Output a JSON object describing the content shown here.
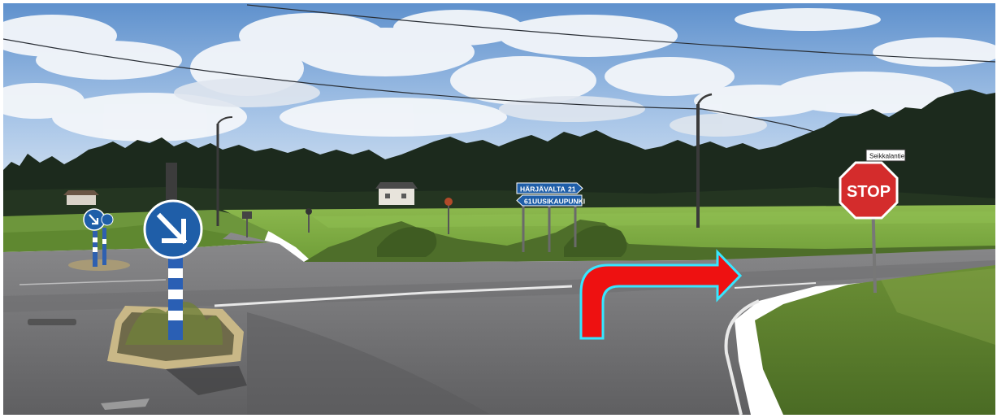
{
  "scene": {
    "colors": {
      "sky_top": "#6f9fd6",
      "sky_bottom": "#c9dbef",
      "cloud": "#f4f7fb",
      "forest": "#1c2a1c",
      "field": "#7fae45",
      "field_far": "#6d9b3a",
      "road": "#7d7d7f",
      "road_dark": "#606062",
      "verge": "#5d7f2e",
      "arrow_fill": "#ee1111",
      "arrow_outline": "#37e6ff",
      "stop_red": "#d42c2c",
      "sign_blue": "#1f5ea8"
    }
  },
  "signs": {
    "stop": {
      "text": "STOP"
    },
    "street_name": {
      "text": "Seikkalantie"
    },
    "direction_1": {
      "text": "HÄRJÄVALTA",
      "distance": "21"
    },
    "direction_2": {
      "text": "UUSIKAUPUNKI",
      "route": "61"
    }
  },
  "overlay": {
    "turn_arrow": {
      "direction": "right-turn",
      "icon": "turn-right-arrow-icon"
    }
  }
}
